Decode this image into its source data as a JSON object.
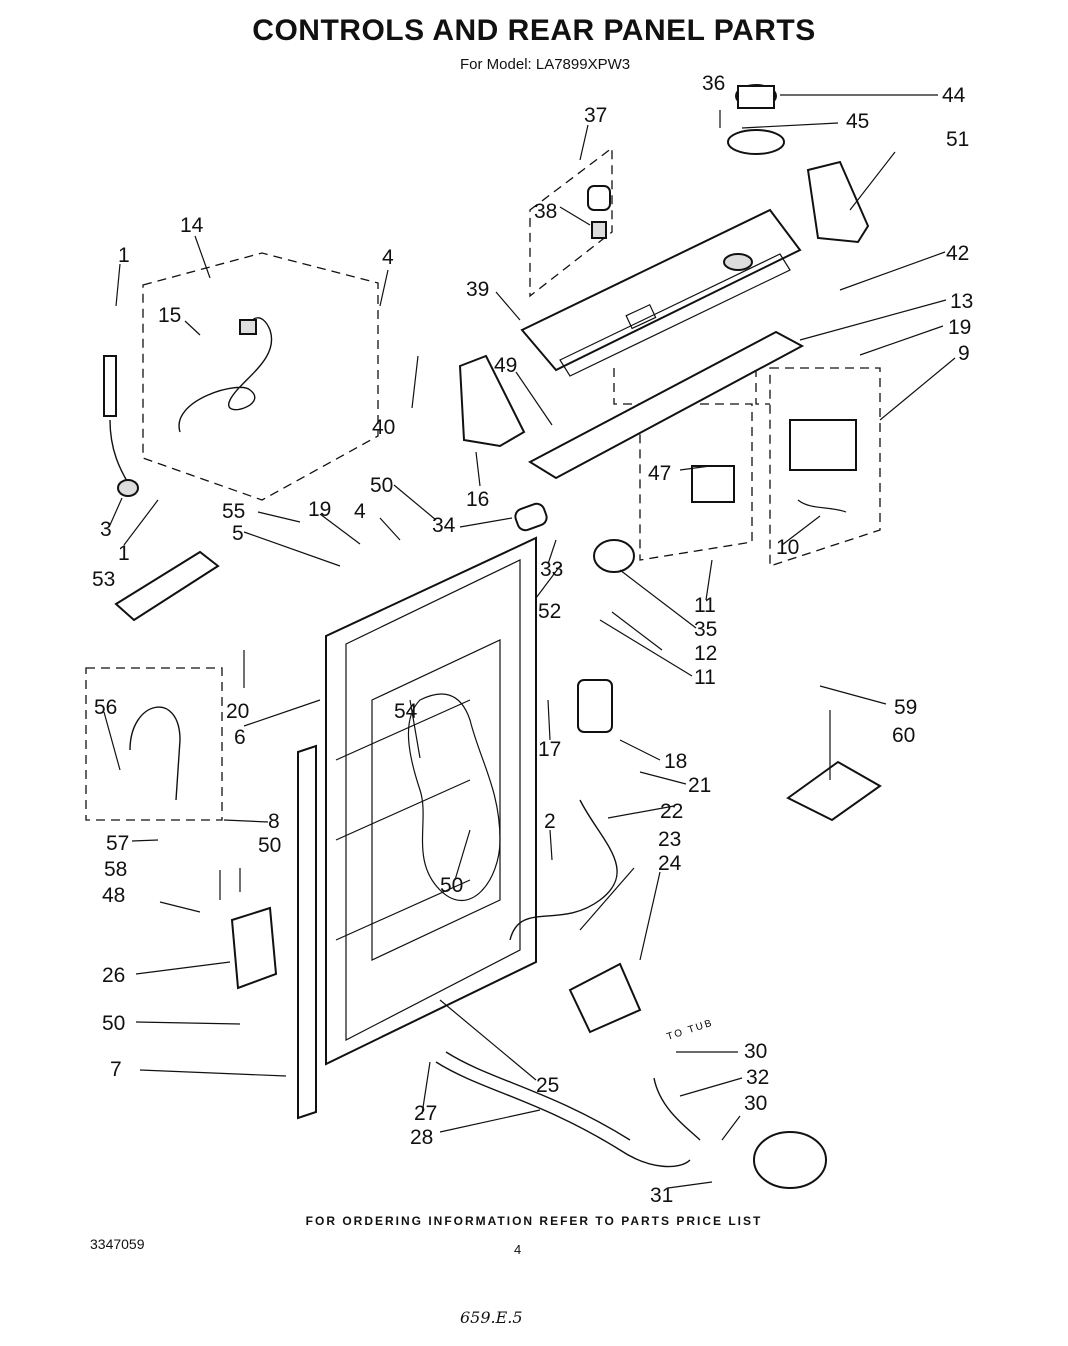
{
  "header": {
    "title": "CONTROLS AND REAR PANEL PARTS",
    "model_line": "For Model: LA7899XPW3"
  },
  "footer": {
    "ordering_note": "FOR ORDERING INFORMATION REFER TO PARTS PRICE LIST",
    "document_number": "3347059",
    "page_number": "4",
    "handwritten_note": "659.E.5"
  },
  "diagram": {
    "hose_note": "TO TUB",
    "callouts": [
      {
        "id": "c44",
        "label": "44"
      },
      {
        "id": "c36",
        "label": "36"
      },
      {
        "id": "c45",
        "label": "45"
      },
      {
        "id": "c37",
        "label": "37"
      },
      {
        "id": "c51",
        "label": "51"
      },
      {
        "id": "c38",
        "label": "38"
      },
      {
        "id": "c14",
        "label": "14"
      },
      {
        "id": "c1a",
        "label": "1"
      },
      {
        "id": "c4a",
        "label": "4"
      },
      {
        "id": "c42",
        "label": "42"
      },
      {
        "id": "c39",
        "label": "39"
      },
      {
        "id": "c13",
        "label": "13"
      },
      {
        "id": "c15",
        "label": "15"
      },
      {
        "id": "c19a",
        "label": "19"
      },
      {
        "id": "c9",
        "label": "9"
      },
      {
        "id": "c49",
        "label": "49"
      },
      {
        "id": "c40",
        "label": "40"
      },
      {
        "id": "c47",
        "label": "47"
      },
      {
        "id": "c16",
        "label": "16"
      },
      {
        "id": "c50a",
        "label": "50"
      },
      {
        "id": "c3",
        "label": "3"
      },
      {
        "id": "c55",
        "label": "55"
      },
      {
        "id": "c19b",
        "label": "19"
      },
      {
        "id": "c4b",
        "label": "4"
      },
      {
        "id": "c34",
        "label": "34"
      },
      {
        "id": "c1b",
        "label": "1"
      },
      {
        "id": "c5",
        "label": "5"
      },
      {
        "id": "c10",
        "label": "10"
      },
      {
        "id": "c33",
        "label": "33"
      },
      {
        "id": "c53",
        "label": "53"
      },
      {
        "id": "c11a",
        "label": "11"
      },
      {
        "id": "c52",
        "label": "52"
      },
      {
        "id": "c35",
        "label": "35"
      },
      {
        "id": "c12",
        "label": "12"
      },
      {
        "id": "c11b",
        "label": "11"
      },
      {
        "id": "c59",
        "label": "59"
      },
      {
        "id": "c56",
        "label": "56"
      },
      {
        "id": "c20",
        "label": "20"
      },
      {
        "id": "c60",
        "label": "60"
      },
      {
        "id": "c54",
        "label": "54"
      },
      {
        "id": "c6",
        "label": "6"
      },
      {
        "id": "c17",
        "label": "17"
      },
      {
        "id": "c18",
        "label": "18"
      },
      {
        "id": "c21",
        "label": "21"
      },
      {
        "id": "c22",
        "label": "22"
      },
      {
        "id": "c8",
        "label": "8"
      },
      {
        "id": "c2",
        "label": "2"
      },
      {
        "id": "c23",
        "label": "23"
      },
      {
        "id": "c57",
        "label": "57"
      },
      {
        "id": "c50b",
        "label": "50"
      },
      {
        "id": "c24",
        "label": "24"
      },
      {
        "id": "c58",
        "label": "58"
      },
      {
        "id": "c50c",
        "label": "50"
      },
      {
        "id": "c48",
        "label": "48"
      },
      {
        "id": "c26",
        "label": "26"
      },
      {
        "id": "c50d",
        "label": "50"
      },
      {
        "id": "c30a",
        "label": "30"
      },
      {
        "id": "c25",
        "label": "25"
      },
      {
        "id": "c32",
        "label": "32"
      },
      {
        "id": "c7",
        "label": "7"
      },
      {
        "id": "c30b",
        "label": "30"
      },
      {
        "id": "c27",
        "label": "27"
      },
      {
        "id": "c28",
        "label": "28"
      },
      {
        "id": "c31",
        "label": "31"
      }
    ]
  }
}
